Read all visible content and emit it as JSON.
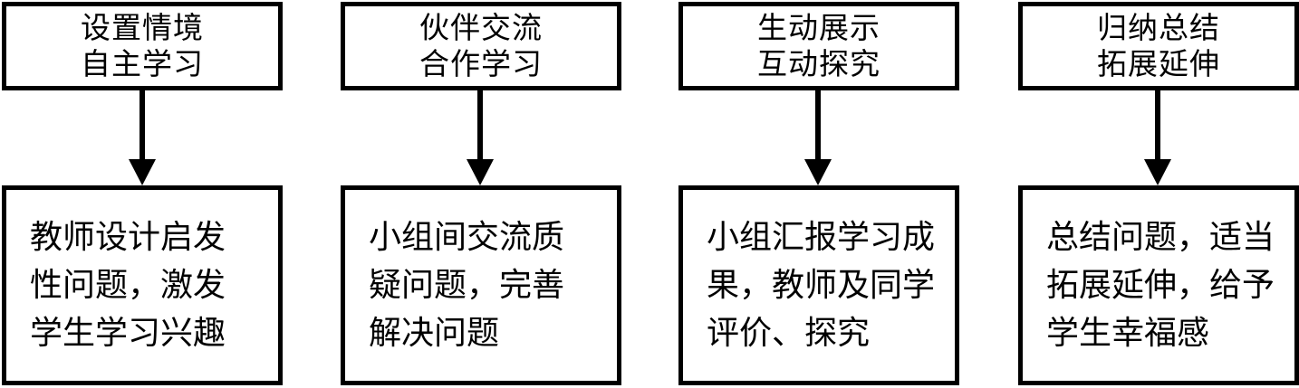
{
  "diagram": {
    "type": "flowchart",
    "orientation": "four parallel vertical flows",
    "box_border_color": "#000000",
    "box_fill_color": "#ffffff",
    "text_color": "#000000",
    "arrow_color": "#000000"
  },
  "columns": [
    {
      "phase": {
        "lines": [
          "设置情境",
          "自主学习"
        ]
      },
      "arrow": {
        "symbol": "down-arrow",
        "direction": "down"
      },
      "detail": {
        "text": "教师设计启发性问题，激发学生学习兴趣",
        "lines": [
          "教师设计启发",
          "性问题，激发",
          "学生学习兴趣"
        ]
      }
    },
    {
      "phase": {
        "lines": [
          "伙伴交流",
          "合作学习"
        ]
      },
      "arrow": {
        "symbol": "down-arrow",
        "direction": "down"
      },
      "detail": {
        "text": "小组间交流质疑问题，完善解决问题",
        "lines": [
          "小组间交流质",
          "疑问题，完善",
          "解决问题"
        ]
      }
    },
    {
      "phase": {
        "lines": [
          "生动展示",
          "互动探究"
        ]
      },
      "arrow": {
        "symbol": "down-arrow",
        "direction": "down"
      },
      "detail": {
        "text": "小组汇报学习成果，教师及同学评价、探究",
        "lines": [
          "小组汇报学习成",
          "果，教师及同学",
          "评价、探究"
        ]
      }
    },
    {
      "phase": {
        "lines": [
          "归纳总结",
          "拓展延伸"
        ]
      },
      "arrow": {
        "symbol": "down-arrow",
        "direction": "down"
      },
      "detail": {
        "text": "总结问题，适当拓展延伸，给予学生幸福感",
        "lines": [
          "总结问题，适当",
          "拓展延伸，给予",
          "学生幸福感"
        ]
      }
    }
  ]
}
